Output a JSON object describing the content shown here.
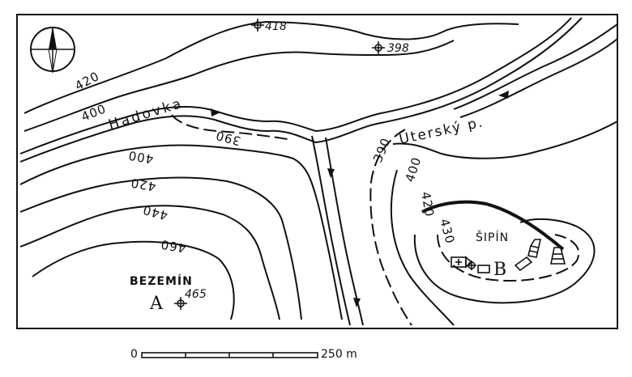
{
  "map": {
    "place_names": {
      "bezemin": "BEZEMÍN",
      "sipin": "ŠIPÍN"
    },
    "site_labels": {
      "a": "A",
      "b": "B"
    },
    "streams": {
      "hadovka": "Hadovka",
      "utersky": "Úterský p."
    },
    "spot_heights": {
      "h418": "418",
      "h398": "398",
      "h465": "465"
    },
    "contour_labels": {
      "c420_nw": "420",
      "c400_nw": "400",
      "c390_mid": "390",
      "c400_w": "400",
      "c420_w": "420",
      "c440_w": "440",
      "c460_w": "460",
      "c390_e": "390",
      "c400_e": "400",
      "c420_e": "420",
      "c430_e": "430"
    },
    "scale_bar": {
      "start_label": "0",
      "end_label": "250 m"
    },
    "north_arrow_icon": "north-arrow-icon"
  }
}
